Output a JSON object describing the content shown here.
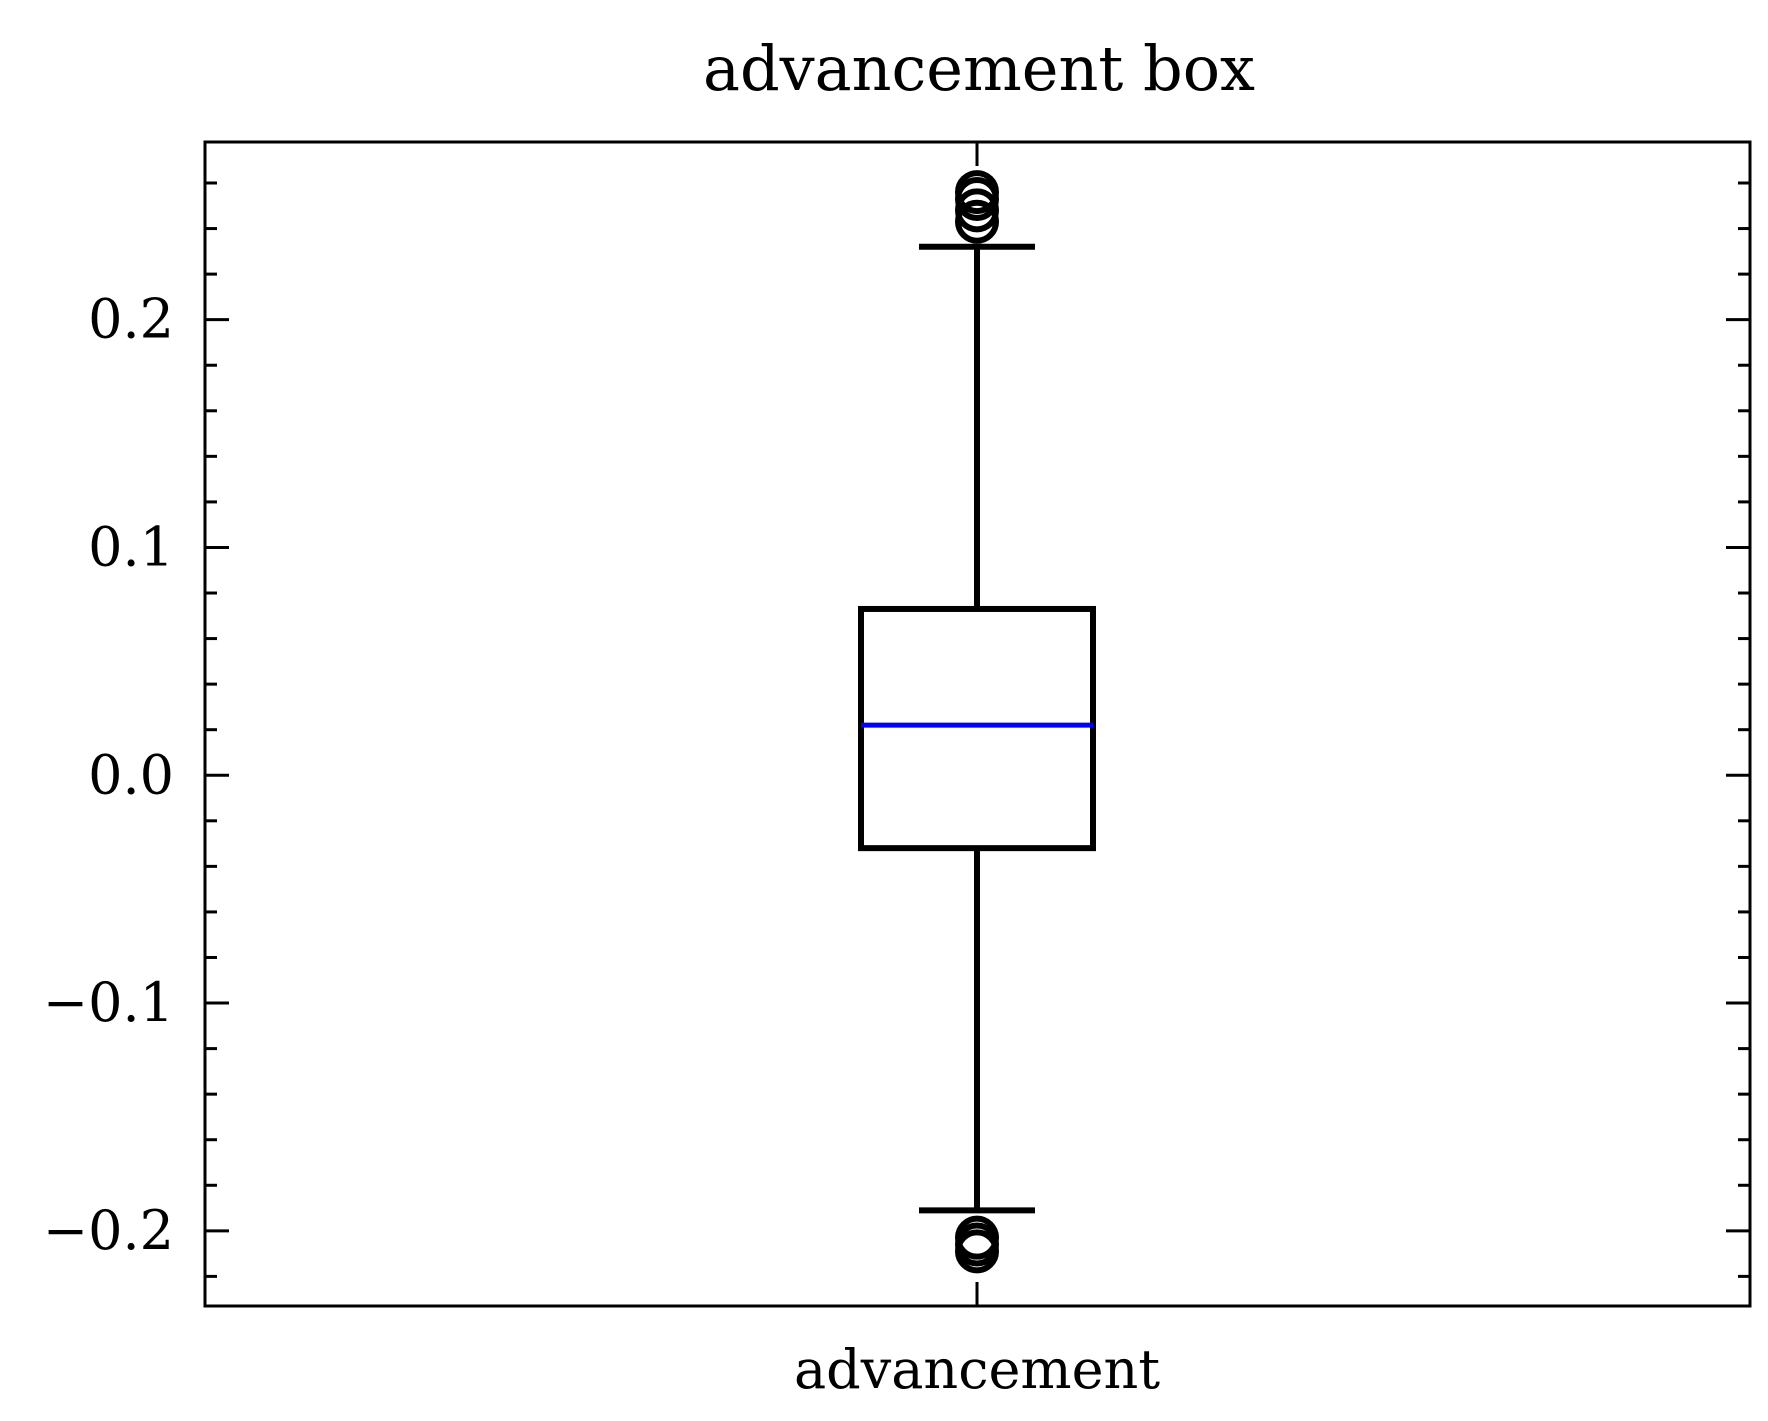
{
  "chart_data": {
    "type": "box",
    "title": "advancement box",
    "xlabel": "",
    "ylabel": "",
    "categories": [
      "advancement"
    ],
    "ylim": [
      -0.233,
      0.278
    ],
    "yticks": [
      -0.2,
      -0.1,
      0.0,
      0.1,
      0.2
    ],
    "ytick_labels": [
      "−0.2",
      "−0.1",
      "0.0",
      "0.1",
      "0.2"
    ],
    "grid": false,
    "box": {
      "q1": -0.032,
      "median": 0.022,
      "q3": 0.073,
      "whisker_low": -0.191,
      "whisker_high": 0.232,
      "outliers_high": [
        0.243,
        0.248,
        0.253,
        0.256
      ],
      "outliers_low": [
        -0.203,
        -0.206,
        -0.209
      ]
    },
    "colors": {
      "median": "#0000ff",
      "box": "#000000"
    }
  }
}
